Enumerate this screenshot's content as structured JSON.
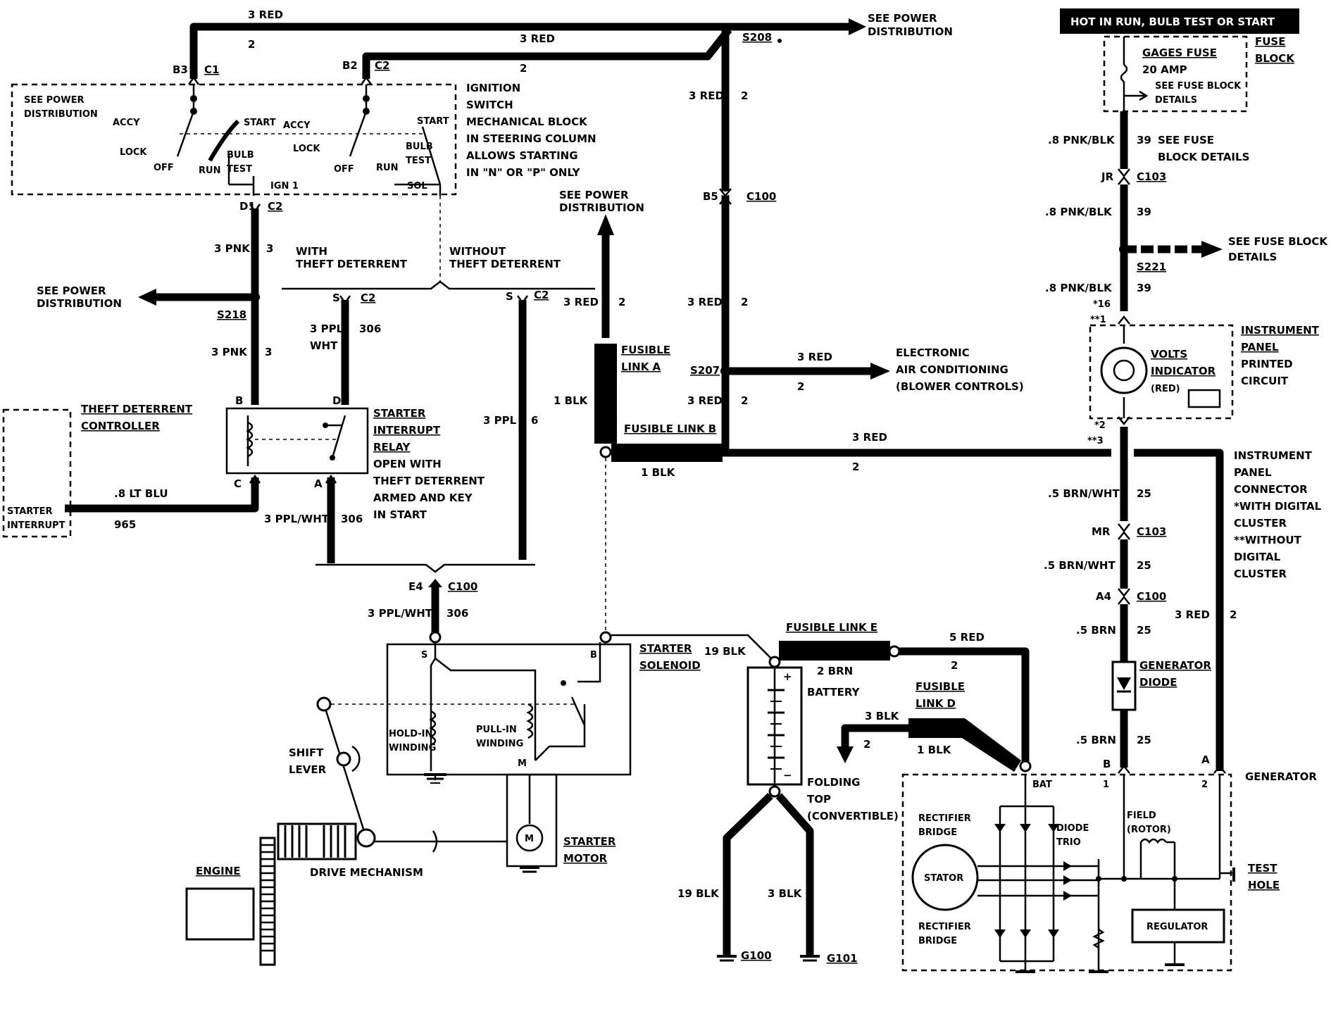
{
  "banner": "HOT IN RUN,  BULB TEST OR START",
  "fuse_block": {
    "line1": "FUSE",
    "line2": "BLOCK",
    "fuse_name": "GAGES FUSE",
    "fuse_rating": "20 AMP",
    "details1": "SEE FUSE BLOCK",
    "details2": "DETAILS"
  },
  "top": {
    "wire_a": "3 RED",
    "circuit_a": "2",
    "wire_b": "3 RED",
    "circuit_b": "2",
    "see_power1": "SEE POWER",
    "see_power2": "DISTRIBUTION",
    "splice_s208": "S208",
    "b3": "B3",
    "c1": "C1",
    "b2": "B2",
    "c2": "C2"
  },
  "ignition_switch": {
    "title": [
      "IGNITION",
      "SWITCH",
      "MECHANICAL BLOCK",
      "IN STEERING COLUMN",
      "ALLOWS STARTING",
      "IN \"N\" OR \"P\" ONLY"
    ],
    "see_power1": "SEE POWER",
    "see_power2": "DISTRIBUTION",
    "accy1": "ACCY",
    "lock1": "LOCK",
    "off1": "OFF",
    "run1": "RUN",
    "start1": "START",
    "bulb1": "BULB",
    "test1": "TEST",
    "ign1": "IGN 1",
    "accy2": "ACCY",
    "lock2": "LOCK",
    "off2": "OFF",
    "run2": "RUN",
    "start2": "START",
    "bulb2": "BULB",
    "test2": "TEST",
    "sol": "SOL"
  },
  "left": {
    "d1": "D1",
    "c2": "C2",
    "pnk_top": "3 PNK",
    "circ3_top": "3",
    "see_power1": "SEE POWER",
    "see_power2": "DISTRIBUTION",
    "s218": "S218",
    "pnk_bot": "3 PNK",
    "circ3_bot": "3",
    "with1": "WITH",
    "with2": "THEFT DETERRENT",
    "without1": "WITHOUT",
    "without2": "THEFT DETERRENT",
    "s_a": "S",
    "c2_a": "C2",
    "s_b": "S",
    "c2_b": "C2",
    "ppl_wht_top1": "3 PPL/",
    "ppl_wht_top2": "WHT",
    "c306_top": "306",
    "ppl": "3 PPL",
    "c6": "6",
    "b": "B",
    "d": "D",
    "c": "C",
    "a": "A"
  },
  "relay": {
    "lines": [
      "STARTER",
      "INTERRUPT",
      "RELAY",
      "OPEN WITH",
      "THEFT DETERRENT",
      "ARMED AND KEY",
      "IN START"
    ]
  },
  "theft": {
    "title1": "THEFT DETERRENT",
    "title2": "CONTROLLER",
    "inner1": "STARTER",
    "inner2": "INTERRUPT",
    "wire": ".8 LT BLU",
    "circuit": "965"
  },
  "relay_bottom": {
    "wire": "3 PPL/WHT",
    "circuit": "306"
  },
  "c100": {
    "e4": "E4",
    "c100": "C100",
    "wire": "3 PPL/WHT",
    "circuit": "306"
  },
  "fusible": {
    "see_power1": "SEE POWER",
    "see_power2": "DISTRIBUTION",
    "red": "3 RED",
    "circ": "2",
    "link_a1": "FUSIBLE",
    "link_a2": "LINK A",
    "blk": "1 BLK",
    "link_b": "FUSIBLE LINK B",
    "blk2": "1 BLK"
  },
  "center": {
    "red1": "3 RED",
    "c1": "2",
    "b5": "B5",
    "c100": "C100",
    "red2": "3 RED",
    "c2": "2",
    "s207": "S207",
    "red3": "3 RED",
    "c3": "2",
    "ac_red": "3 RED",
    "ac_circ": "2",
    "ac1": "ELECTRONIC",
    "ac2": "AIR CONDITIONING",
    "ac3": "(BLOWER CONTROLS)",
    "bus_red": "3 RED",
    "bus_circ": "2"
  },
  "right": {
    "pnk1": ".8 PNK/BLK",
    "c39a": "39",
    "see_fuse1": "SEE FUSE",
    "see_fuse2": "BLOCK DETAILS",
    "jr": "JR",
    "c103a": "C103",
    "pnk2": ".8 PNK/BLK",
    "c39b": "39",
    "see_fb1": "SEE FUSE BLOCK",
    "see_fb2": "DETAILS",
    "s221": "S221",
    "pnk3": ".8 PNK/BLK",
    "c39c": "39",
    "star16": "*16",
    "star1": "**1",
    "star2": "*2",
    "star3": "**3",
    "volts1": "VOLTS",
    "volts2": "INDICATOR",
    "volts3": "(RED)",
    "ip1": "INSTRUMENT",
    "ip2": "PANEL",
    "ip3": "PRINTED",
    "ip4": "CIRCUIT",
    "conn": [
      "INSTRUMENT",
      "PANEL",
      "CONNECTOR",
      "*WITH DIGITAL",
      "CLUSTER",
      "**WITHOUT",
      "DIGITAL",
      "CLUSTER"
    ],
    "brn1": ".5 BRN/WHT",
    "c25a": "25",
    "mr": "MR",
    "c103b": "C103",
    "brn2": ".5 BRN/WHT",
    "c25b": "25",
    "a4": "A4",
    "c100": "C100",
    "brn3": ".5 BRN",
    "c25c": "25",
    "red": "3 RED",
    "c2": "2",
    "diode1": "GENERATOR",
    "diode2": "DIODE",
    "brn4": ".5 BRN",
    "c25d": "25",
    "b": "B",
    "a": "A"
  },
  "starter": {
    "solenoid1": "STARTER",
    "solenoid2": "SOLENOID",
    "s": "S",
    "b": "B",
    "m": "M",
    "hold1": "HOLD-IN",
    "hold2": "WINDING",
    "pull1": "PULL-IN",
    "pull2": "WINDING",
    "motor1": "STARTER",
    "motor2": "MOTOR",
    "motor_sym": "M",
    "shift1": "SHIFT",
    "shift2": "LEVER",
    "drive": "DRIVE MECHANISM",
    "engine": "ENGINE",
    "blk19": "19 BLK"
  },
  "battery": {
    "link_e": "FUSIBLE LINK E",
    "brn": "2 BRN",
    "red5": "5 RED",
    "circ2": "2",
    "title": "BATTERY",
    "plus": "+",
    "minus": "−",
    "link_d1": "FUSIBLE",
    "link_d2": "LINK D",
    "blk3": "3 BLK",
    "circ2b": "2",
    "blk1": "1 BLK",
    "fold1": "FOLDING",
    "fold2": "TOP",
    "fold3": "(CONVERTIBLE)",
    "blk19": "19 BLK",
    "blk3b": "3 BLK",
    "g100": "G100",
    "g101": "G101"
  },
  "generator": {
    "title": "GENERATOR",
    "bat": "BAT",
    "one": "1",
    "two": "2",
    "rect1a": "RECTIFIER",
    "rect1b": "BRIDGE",
    "diode1": "DIODE",
    "diode2": "TRIO",
    "field1": "FIELD",
    "field2": "(ROTOR)",
    "stator": "STATOR",
    "rect2a": "RECTIFIER",
    "rect2b": "BRIDGE",
    "regulator": "REGULATOR",
    "test1": "TEST",
    "test2": "HOLE"
  }
}
